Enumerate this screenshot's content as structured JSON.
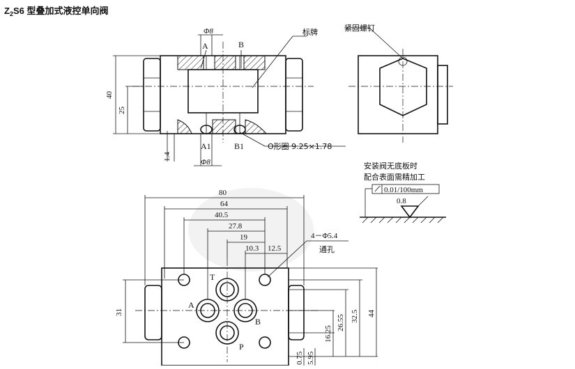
{
  "title": {
    "prefix": "Z",
    "sub": "2",
    "rest": "S6 型叠加式液控单向阀"
  },
  "front_view": {
    "port_a": "A",
    "port_b": "B",
    "port_a1": "A1",
    "port_b1": "B1",
    "dia_top": "Φ8",
    "dia_bottom": "Φ8",
    "nameplate": "标牌",
    "oring": "O形圈 9.25×1.78",
    "dim_height": "40",
    "dim_center": "25",
    "dim_offset": "1.4"
  },
  "side_view": {
    "screw": "紧固螺钉"
  },
  "note": {
    "line1": "安装阀无底板时",
    "line2": "配合表面需精加工",
    "flatness": "0.01/100mm",
    "roughness": "0.8"
  },
  "bottom_view": {
    "dim_80": "80",
    "dim_64": "64",
    "dim_40_5": "40.5",
    "dim_27_8": "27.8",
    "dim_19": "19",
    "dim_10_3": "10.3",
    "dim_12_5": "12.5",
    "holes": "4－Φ5.4",
    "through": "通孔",
    "port_t": "T",
    "port_a": "A",
    "port_b": "B",
    "port_p": "P",
    "dim_31": "31",
    "dim_16_25": "16.25",
    "dim_26_55": "26.55",
    "dim_32_5": "32.5",
    "dim_44": "44",
    "dim_0_75": "0.75",
    "dim_5_95": "5.95"
  }
}
